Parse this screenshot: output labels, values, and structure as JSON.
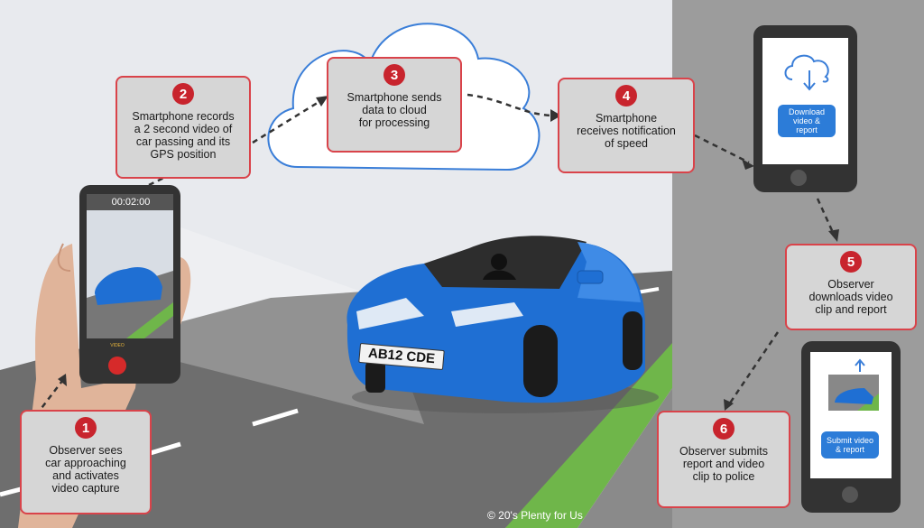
{
  "steps": [
    {
      "number": "1",
      "text": "Observer sees\ncar approaching\nand activates\nvideo capture"
    },
    {
      "number": "2",
      "text": "Smartphone records\na 2 second video of\ncar passing and its\nGPS position"
    },
    {
      "number": "3",
      "text": "Smartphone sends\ndata to cloud\nfor processing"
    },
    {
      "number": "4",
      "text": "Smartphone\nreceives notification\nof speed"
    },
    {
      "number": "5",
      "text": "Observer\ndownloads video\nclip and report"
    },
    {
      "number": "6",
      "text": "Observer submits\nreport and video\nclip to police"
    }
  ],
  "phone1": {
    "timer": "00:02:00",
    "rec_label": "VIDEO"
  },
  "phone2": {
    "button": "Download\nvideo &\nreport",
    "icon": "cloud-download-icon"
  },
  "phone3": {
    "button": "Submit video\n& report",
    "icon": "upload-arrow-icon"
  },
  "car": {
    "plate": "AB12 CDE",
    "color": "#1f6fd3"
  },
  "credit": "© 20's Plenty for Us",
  "colors": {
    "accent": "#c8242d",
    "box_border": "#d9434a",
    "box_fill": "#d6d6d6",
    "road": "#6e6e6e",
    "verge": "#6fb64a",
    "cloud_outline": "#3a7ed8"
  }
}
